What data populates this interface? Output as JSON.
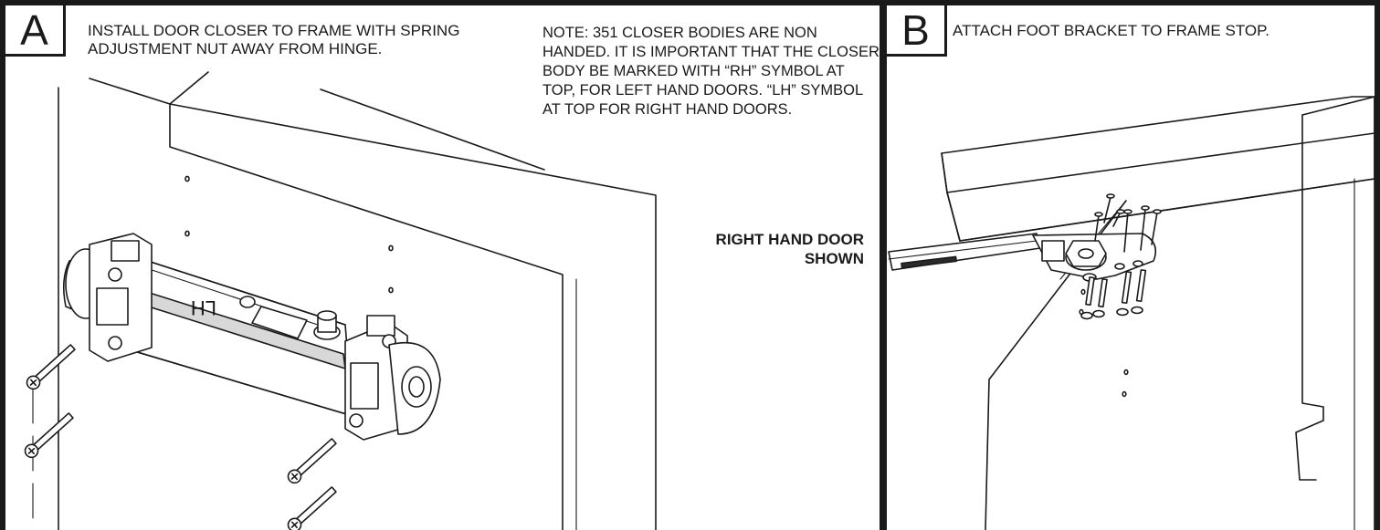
{
  "panel_a": {
    "step_letter": "A",
    "instruction": "INSTALL DOOR CLOSER TO FRAME WITH SPRING ADJUSTMENT NUT AWAY FROM HINGE.",
    "note": "NOTE: 351 CLOSER BODIES ARE NON HANDED. IT IS IMPORTANT THAT THE CLOSER BODY BE MARKED WITH “RH” SYMBOL AT TOP, FOR LEFT HAND DOORS. “LH” SYMBOL AT TOP FOR RIGHT HAND DOORS.",
    "door_label": "RIGHT HAND DOOR SHOWN",
    "body_marking": "LH"
  },
  "panel_b": {
    "step_letter": "B",
    "instruction": "ATTACH FOOT BRACKET TO FRAME STOP."
  }
}
